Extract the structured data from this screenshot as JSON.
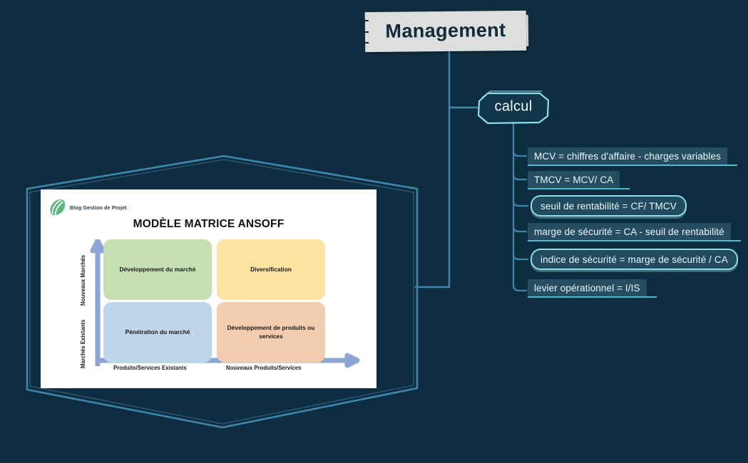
{
  "canvas": {
    "background_color": "#0f2d40",
    "connector_color": "#3f87ad",
    "accent_color": "#8fdcea"
  },
  "root": {
    "label": "Management",
    "background_color": "#dcdfdb",
    "text_color": "#13293c"
  },
  "branch": {
    "label": "calcul",
    "border_color": "#8fdcea",
    "text_color": "#f2fbfd"
  },
  "formulas": [
    {
      "text": "MCV = chiffres d'affaire - charges variables",
      "style": "plain"
    },
    {
      "text": "TMCV = MCV/ CA",
      "style": "plain"
    },
    {
      "text": "seuil de rentabilité = CF/ TMCV",
      "style": "highlight"
    },
    {
      "text": "marge de sécurité = CA - seuil de rentabilité",
      "style": "plain"
    },
    {
      "text": "indice de sécurité = marge de sécurité / CA",
      "style": "highlight"
    },
    {
      "text": "levier opérationnel = I/IS",
      "style": "plain"
    }
  ],
  "ansoff": {
    "logo_text": "Blog Gestion de Projet",
    "logo_color": "#5cb583",
    "title": "MODÈLE MATRICE ANSOFF",
    "quadrants": [
      {
        "key": "top_left",
        "label": "Développement du marché",
        "color": "#c5dfb2"
      },
      {
        "key": "top_right",
        "label": "Diversification",
        "color": "#fce3a2"
      },
      {
        "key": "bottom_left",
        "label": "Pénétration du marché",
        "color": "#bdd6ea"
      },
      {
        "key": "bottom_right",
        "label": "Développement de produits ou services",
        "color": "#f3cbaf"
      }
    ],
    "y_axis": {
      "top_label": "Nouveaux Marchés",
      "bottom_label": "Marchés Existants"
    },
    "x_axis": {
      "left_label": "Produits/Services Existants",
      "right_label": "Nouveaux Produits/Services"
    },
    "axis_arrow_color": "#8ea6d4"
  }
}
